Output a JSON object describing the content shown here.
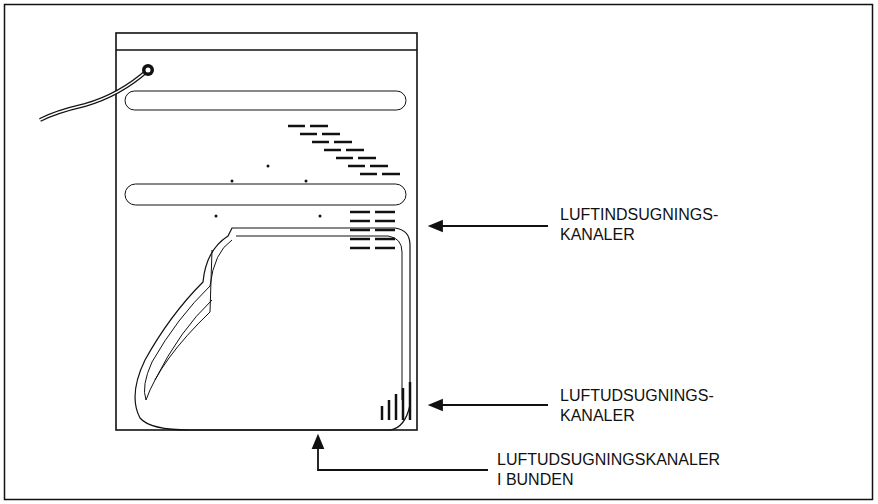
{
  "diagram": {
    "labels": [
      "LUFTINDSUGNINGS- KANALER",
      "LUFTUDSUGNINGS- KANALER",
      "LUFTUDSUGNINGSKANALER I BUNDEN"
    ]
  }
}
